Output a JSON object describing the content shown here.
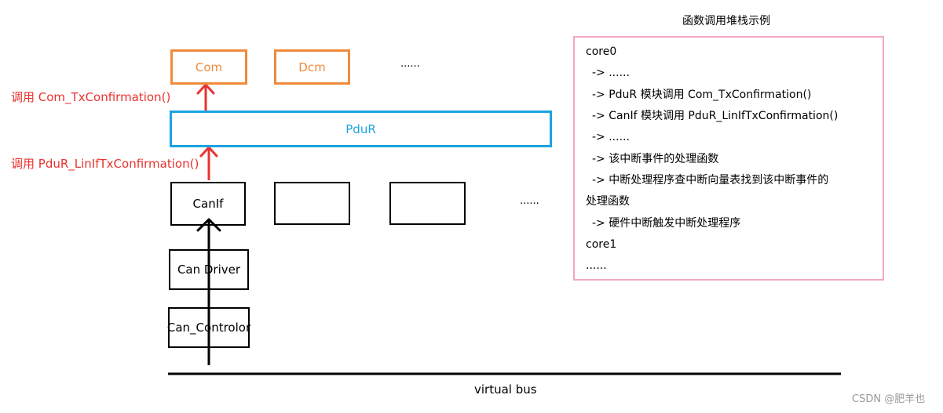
{
  "diagram": {
    "nodes": {
      "com": "Com",
      "dcm": "Dcm",
      "top_more": "......",
      "pdur": "PduR",
      "canif": "CanIf",
      "middle_more": "......",
      "can_driver": "Can Driver",
      "can_controller": "Can_Controlor"
    },
    "call_labels": {
      "upper": "调用 Com_TxConfirmation()",
      "lower": "调用 PduR_LinIfTxConfirmation()"
    },
    "bus_label": "virtual bus"
  },
  "call_stack": {
    "title": "函数调用堆栈示例",
    "lines": [
      "core0",
      "-> ......",
      "-> PduR 模块调用 Com_TxConfirmation()",
      "-> CanIf 模块调用 PduR_LinIfTxConfirmation()",
      "-> ......",
      "-> 该中断事件的处理函数",
      "-> 中断处理程序查中断向量表找到该中断事件的",
      "处理函数",
      "-> 硬件中断触发中断处理程序",
      "core1",
      "......"
    ]
  },
  "watermark": "CSDN @肥羊也",
  "colors": {
    "orange": "#f08a3a",
    "blue": "#1aa3e0",
    "red": "#e8332f",
    "pink": "#f3a6c8",
    "black": "#000000"
  }
}
